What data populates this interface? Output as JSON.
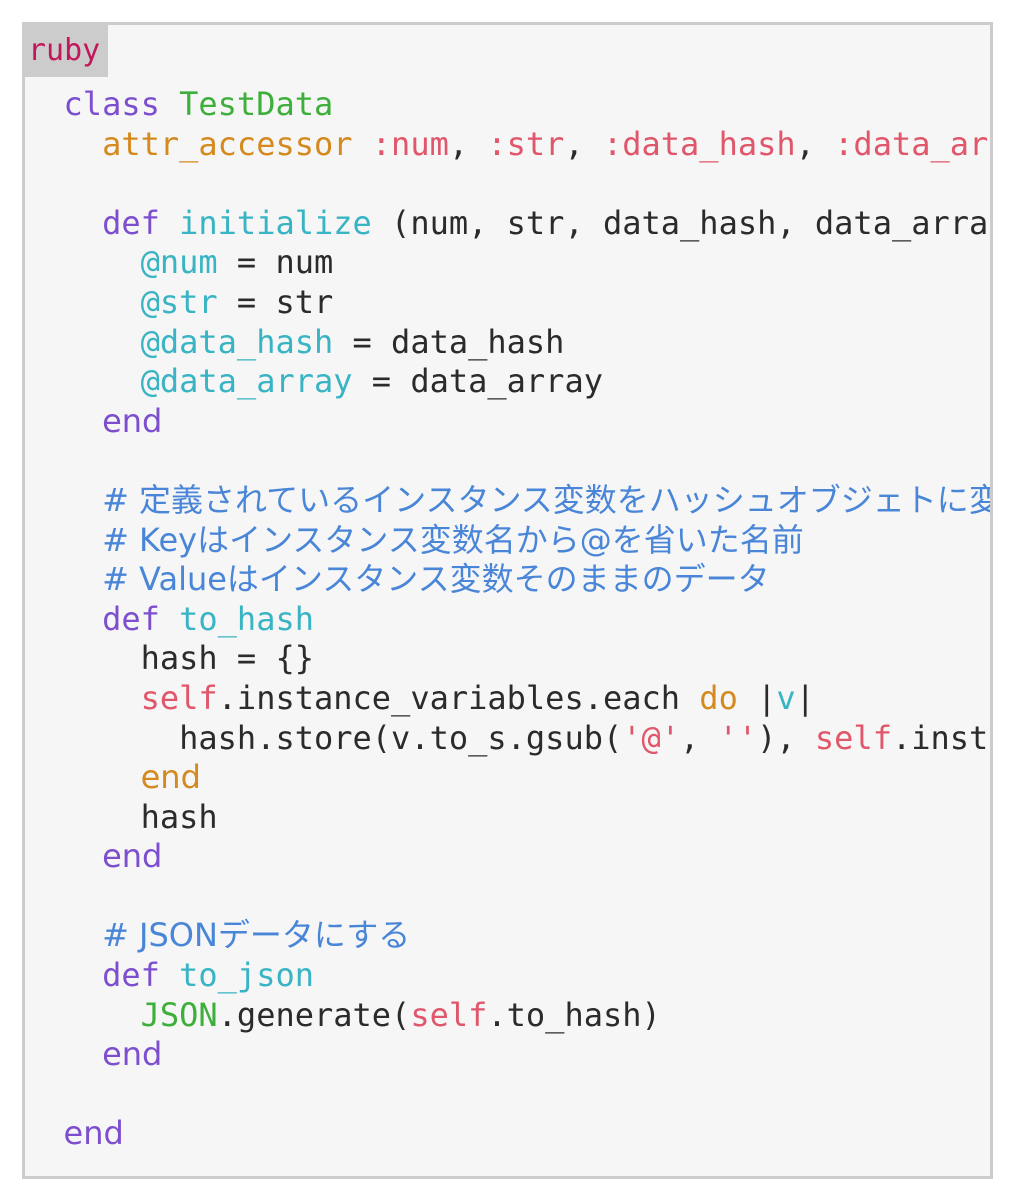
{
  "language": "ruby",
  "code": {
    "l1_kw": "class",
    "l1_name": "TestData",
    "l2_attr": "attr_accessor",
    "l2_sym1": ":num",
    "l2_sym2": ":str",
    "l2_sym3": ":data_hash",
    "l2_sym4": ":data_arr",
    "l4_def": "def",
    "l4_fn": "initialize",
    "l4_args": "(num, str, data_hash, data_array",
    "l5_ivar": "@num",
    "l5_val": "num",
    "l6_ivar": "@str",
    "l6_val": "str",
    "l7_ivar": "@data_hash",
    "l7_val": "data_hash",
    "l8_ivar": "@data_array",
    "l8_val": "data_array",
    "l9_end": "end",
    "c1": "# 定義されているインスタンス変数をハッシュオブジェトに変換",
    "c2": "# Keyはインスタンス変数名から@を省いた名前",
    "c3": "# Valueはインスタンス変数そのままのデータ",
    "l14_def": "def",
    "l14_fn": "to_hash",
    "l15": "hash = {}",
    "l16_self": "self",
    "l16_call": ".instance_variables.each",
    "l16_do": "do",
    "l16_v": "v",
    "l17_pre": "hash.store(v.to_s.gsub(",
    "l17_str1": "'@'",
    "l17_mid": ", ",
    "l17_str2": "''",
    "l17_post": "), ",
    "l17_self": "self",
    "l17_tail": ".insta",
    "l18_end": "end",
    "l19": "hash",
    "l20_end": "end",
    "c4": "# JSONデータにする",
    "l23_def": "def",
    "l23_fn": "to_json",
    "l24_const": "JSON",
    "l24_call": ".generate(",
    "l24_self": "self",
    "l24_post": ".to_hash)",
    "l25_end": "end",
    "l27_end": "end"
  }
}
